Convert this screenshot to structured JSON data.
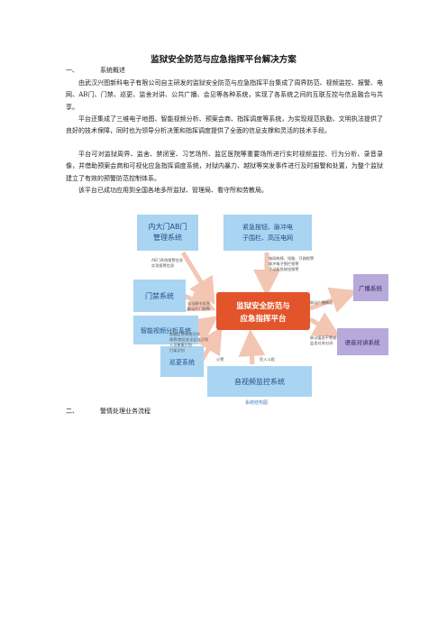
{
  "title": "监狱安全防范与应急指挥平台解决方案",
  "section1": {
    "number": "一、",
    "heading": "系统概述",
    "paragraphs": [
      "由武汉兴图新科电子有限公司自主研发的监狱安全防范与应急指挥平台集成了周界防范、视频监控、报警、电网、AB门、门禁、巡更、监舍对讲、公共广播、会见等各种系统，实现了各系统之间的互联互控与信息融合与共享。",
      "平台还集成了三维电子地图、智能视频分析、预案会商、指挥调度等系统，为实现规范执勤、文明执法提供了良好的技术保障，同时也为领导分析决策和指挥调度提供了全面的信息支撑和灵活的技术手段。",
      "平台可对监狱周界、监舍、禁闭室、习艺场所、监区医院等重要场所进行实时视频监控、行为分析、录音录像，并借助预案会商和可视化应急指挥调度系统，对狱内暴力、越狱等突发事件进行及时报警和处置，为整个监狱建立了有效的预警防范控制体系。",
      "该平台已成功应用到全国各地多所监狱、管理局、看守所和劳教局。"
    ]
  },
  "diagram": {
    "center": [
      "监狱安全防范与",
      "应急指挥平台"
    ],
    "nodes": {
      "ab_gate": [
        "内大门AB门",
        "管理系统"
      ],
      "alarm": [
        "紧急按钮、脉冲电",
        "子围栏、高压电网"
      ],
      "access": [
        "门禁系统"
      ],
      "video_analysis": [
        "智能视频分析系统"
      ],
      "patrol": [
        "巡更系统"
      ],
      "av_monitor": [
        "音视频监控系统"
      ],
      "broadcast": [
        "广播系统"
      ],
      "intercom": [
        "语音对讲系统"
      ]
    },
    "annotations": {
      "ab_gate": [
        "AB门系统报警信息",
        "实现报警信息"
      ],
      "alarm": [
        "电网故障、短路、开路报警",
        "脉冲电子围栏报警",
        "手动紧急按钮报警"
      ],
      "access": [
        "非法刷卡信息",
        "联动开门报警"
      ],
      "video_analysis": [
        "穿越区警戒线识别",
        "周界/禁区安全区域识别",
        "人员聚集识别",
        "打架识别"
      ],
      "patrol": [
        "火警"
      ],
      "av_monitor": [
        "犯人斗殴"
      ],
      "broadcast": [
        "联动广播喊话"
      ],
      "intercom": [
        "联动值班干警或",
        "监舍对讲对讲"
      ]
    },
    "caption": "系统结构图",
    "colors": {
      "node_fill": "#a9d4f2",
      "node_text": "#1f4f86",
      "center_fill": "#e2542a",
      "right_fill": "#b7a9d9",
      "arrow": "#f3c5b3",
      "annotation": "#555555",
      "caption": "#4a7fc0"
    }
  },
  "section2": {
    "number": "二、",
    "heading": "警情处理业务流程"
  }
}
